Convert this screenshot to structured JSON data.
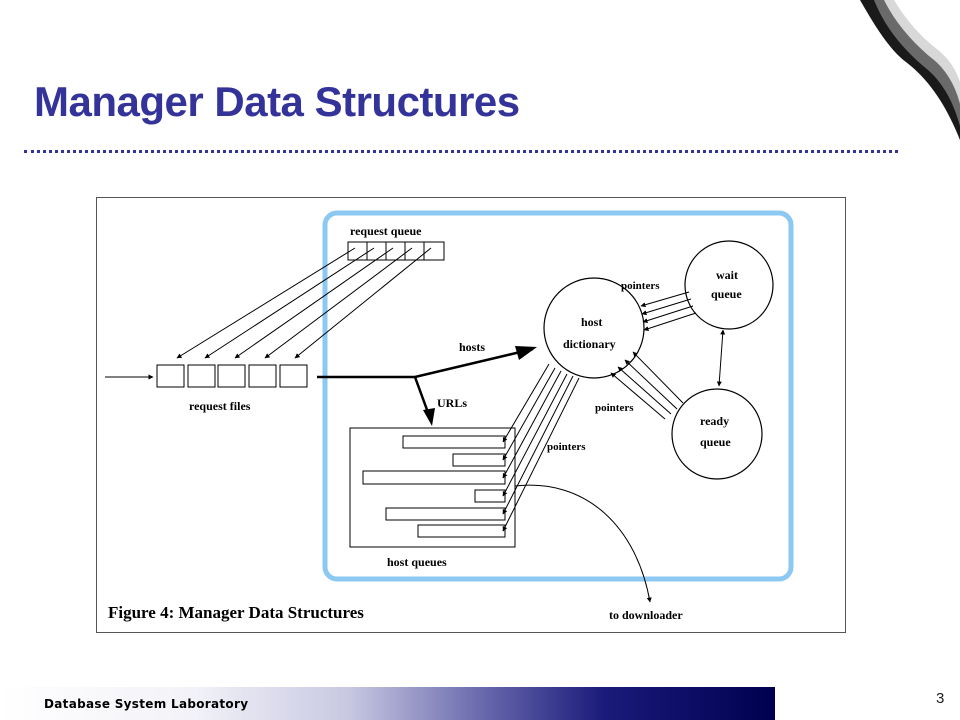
{
  "slide": {
    "title": "Manager Data Structures",
    "footer": "Database System Laboratory",
    "page_number": "3"
  },
  "figure": {
    "caption": "Figure 4: Manager Data Structures",
    "labels": {
      "request_queue": "request queue",
      "request_files": "request files",
      "hosts": "hosts",
      "urls": "URLs",
      "host_dictionary_line1": "host",
      "host_dictionary_line2": "dictionary",
      "wait_queue_line1": "wait",
      "wait_queue_line2": "queue",
      "ready_queue_line1": "ready",
      "ready_queue_line2": "queue",
      "pointers_top": "pointers",
      "pointers_mid": "pointers",
      "pointers_left": "pointers",
      "host_queues": "host queues",
      "to_downloader": "to downloader"
    },
    "colors": {
      "highlight_frame": "#8cc8f2",
      "title": "#333399"
    }
  }
}
